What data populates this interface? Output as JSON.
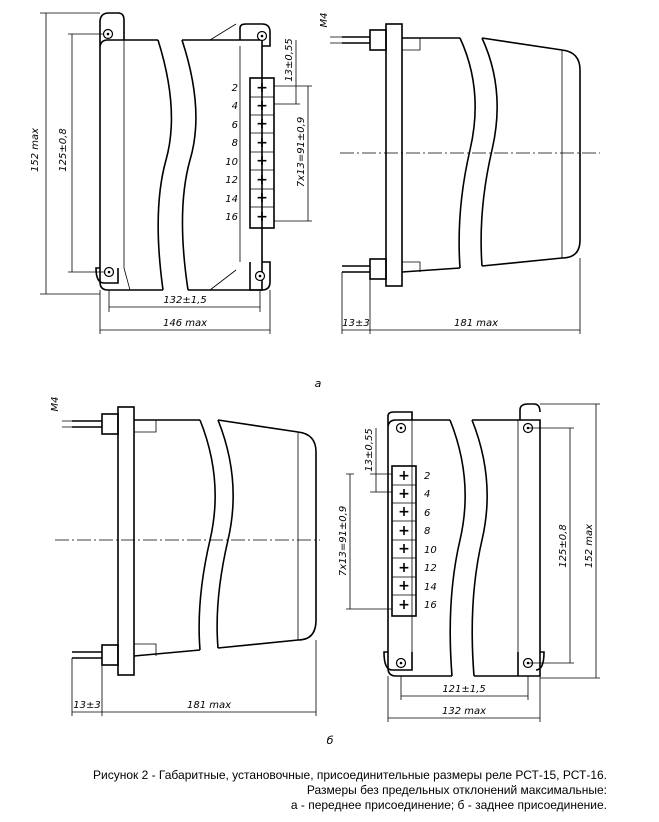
{
  "labels": {
    "sub_a": "а",
    "sub_b": "б",
    "m4": "M4"
  },
  "dims": {
    "a_height_max": "152 max",
    "a_height_mount": "125±0,8",
    "a_term_top": "13±0,55",
    "a_term_pitch": "7x13=91±0,9",
    "a_width_mount": "132±1,5",
    "a_width_max": "146 max",
    "side_offset": "13±3",
    "side_depth": "181 max",
    "b_term_top": "13±0,55",
    "b_term_pitch": "7x13=91±0,9",
    "b_height_mount": "125±0,8",
    "b_height_max": "152 max",
    "b_width_mount": "121±1,5",
    "b_width_max": "132 max"
  },
  "terminals": [
    "2",
    "4",
    "6",
    "8",
    "10",
    "12",
    "14",
    "16"
  ],
  "caption": {
    "line1": "Рисунок 2 - Габаритные, установочные,  присоединительные размеры реле РСТ-15, РСТ-16.",
    "line2": "Размеры без предельных отклонений максимальные:",
    "line3": "а - переднее присоединение; б - заднее присоединение."
  }
}
